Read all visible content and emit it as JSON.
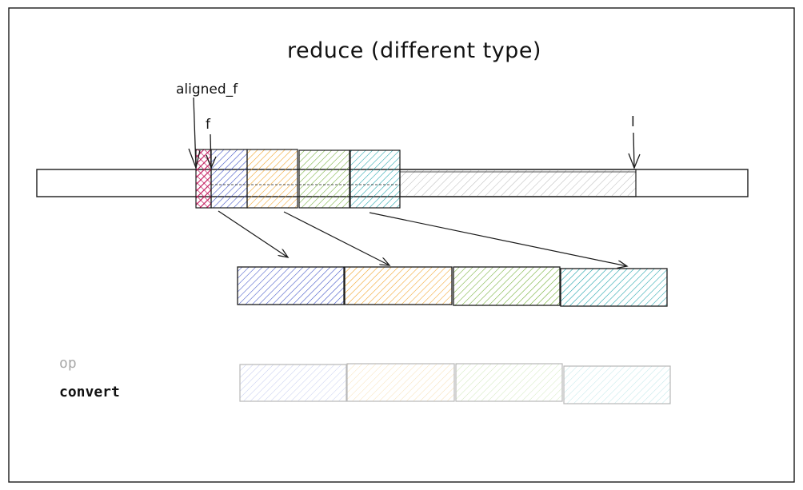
{
  "diagram": {
    "title": "reduce (different type)",
    "markers": {
      "aligned_f": "aligned_f",
      "f": "f",
      "l": "l"
    },
    "legend": {
      "op": "op",
      "convert": "convert"
    },
    "colors": {
      "border": "#1a1a1a",
      "pink": "#c2185b",
      "blue": "#3b4fc4",
      "orange": "#f0a020",
      "green": "#6aaa2a",
      "teal": "#16a0a8",
      "gray": "#9a9a9a",
      "faded_border": "#b8b8b8"
    },
    "vector_lanes": [
      "blue",
      "orange",
      "green",
      "teal"
    ]
  }
}
